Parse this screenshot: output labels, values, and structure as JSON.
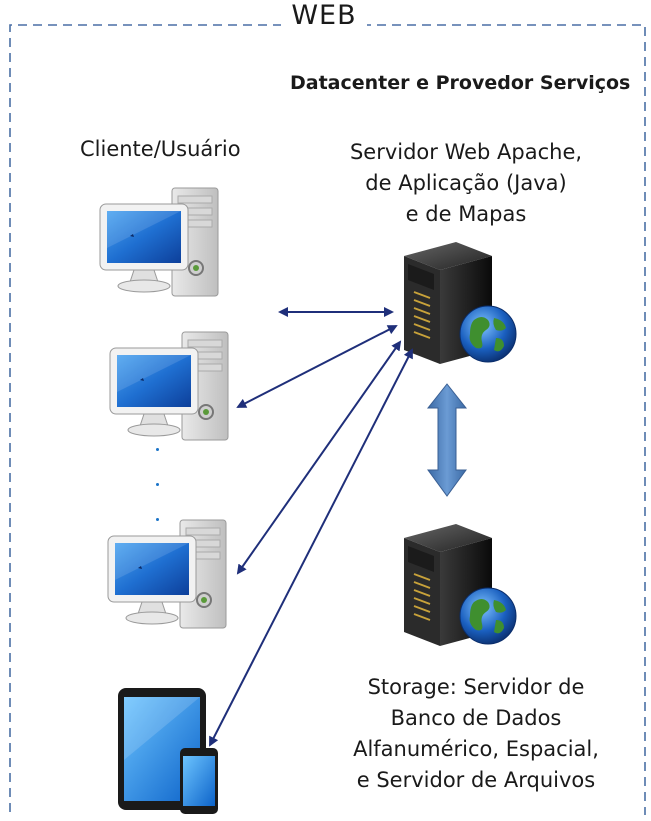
{
  "web_label": "WEB",
  "datacenter_label": "Datacenter e Provedor Serviços",
  "client_label": "Cliente/Usuário",
  "web_server_label": "Servidor Web Apache,\nde Aplicação (Java)\ne  de Mapas",
  "storage_label": "Storage: Servidor de\nBanco de Dados\nAlfanumérico, Espacial,\ne  Servidor de Arquivos",
  "nodes": [
    {
      "name": "client-desktop-1",
      "icon": "desktop-computer-icon"
    },
    {
      "name": "client-desktop-2",
      "icon": "desktop-computer-icon"
    },
    {
      "name": "client-desktop-3",
      "icon": "desktop-computer-icon"
    },
    {
      "name": "client-mobile",
      "icon": "tablet-phone-icon"
    },
    {
      "name": "web-server",
      "icon": "server-globe-icon"
    },
    {
      "name": "storage-server",
      "icon": "server-globe-icon"
    }
  ],
  "connections": [
    {
      "from": "client-desktop-1",
      "to": "web-server",
      "type": "bidirectional"
    },
    {
      "from": "client-desktop-2",
      "to": "web-server",
      "type": "bidirectional"
    },
    {
      "from": "client-desktop-3",
      "to": "web-server",
      "type": "bidirectional"
    },
    {
      "from": "client-mobile",
      "to": "web-server",
      "type": "bidirectional"
    },
    {
      "from": "web-server",
      "to": "storage-server",
      "type": "bidirectional-block"
    }
  ],
  "colors": {
    "frame_border": "#4a6fa5",
    "arrow": "#1f2f7a",
    "block_arrow": "#4f7fb8",
    "screen": "#1f6fd1"
  }
}
